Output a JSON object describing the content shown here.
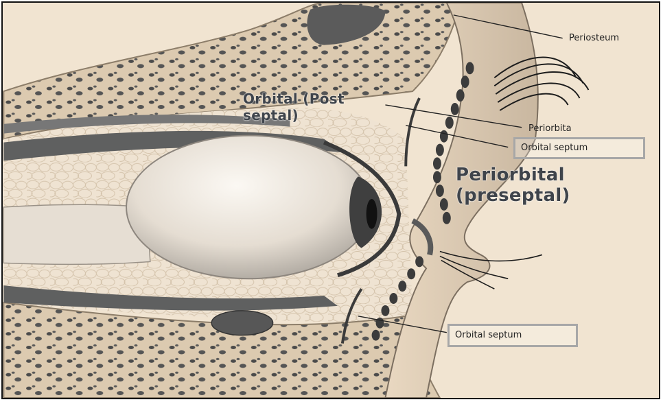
{
  "labels": {
    "periosteum": "Periosteum",
    "orbital_post_septal_line1": "Orbital (Post",
    "orbital_post_septal_line2": "septal)",
    "periorbita": "Periorbita",
    "orbital_septum_upper": "Orbital septum",
    "periorbital_line1": "Periorbital",
    "periorbital_line2": "(preseptal)",
    "orbital_septum_lower": "Orbital septum"
  },
  "colors": {
    "background": "#f3e6d3",
    "bone": "#d9c7ad",
    "fat": "#efe2cf",
    "muscle": "#6b6b6b",
    "globe": "#e6dfd6",
    "label_box": "#a7a7a7"
  }
}
